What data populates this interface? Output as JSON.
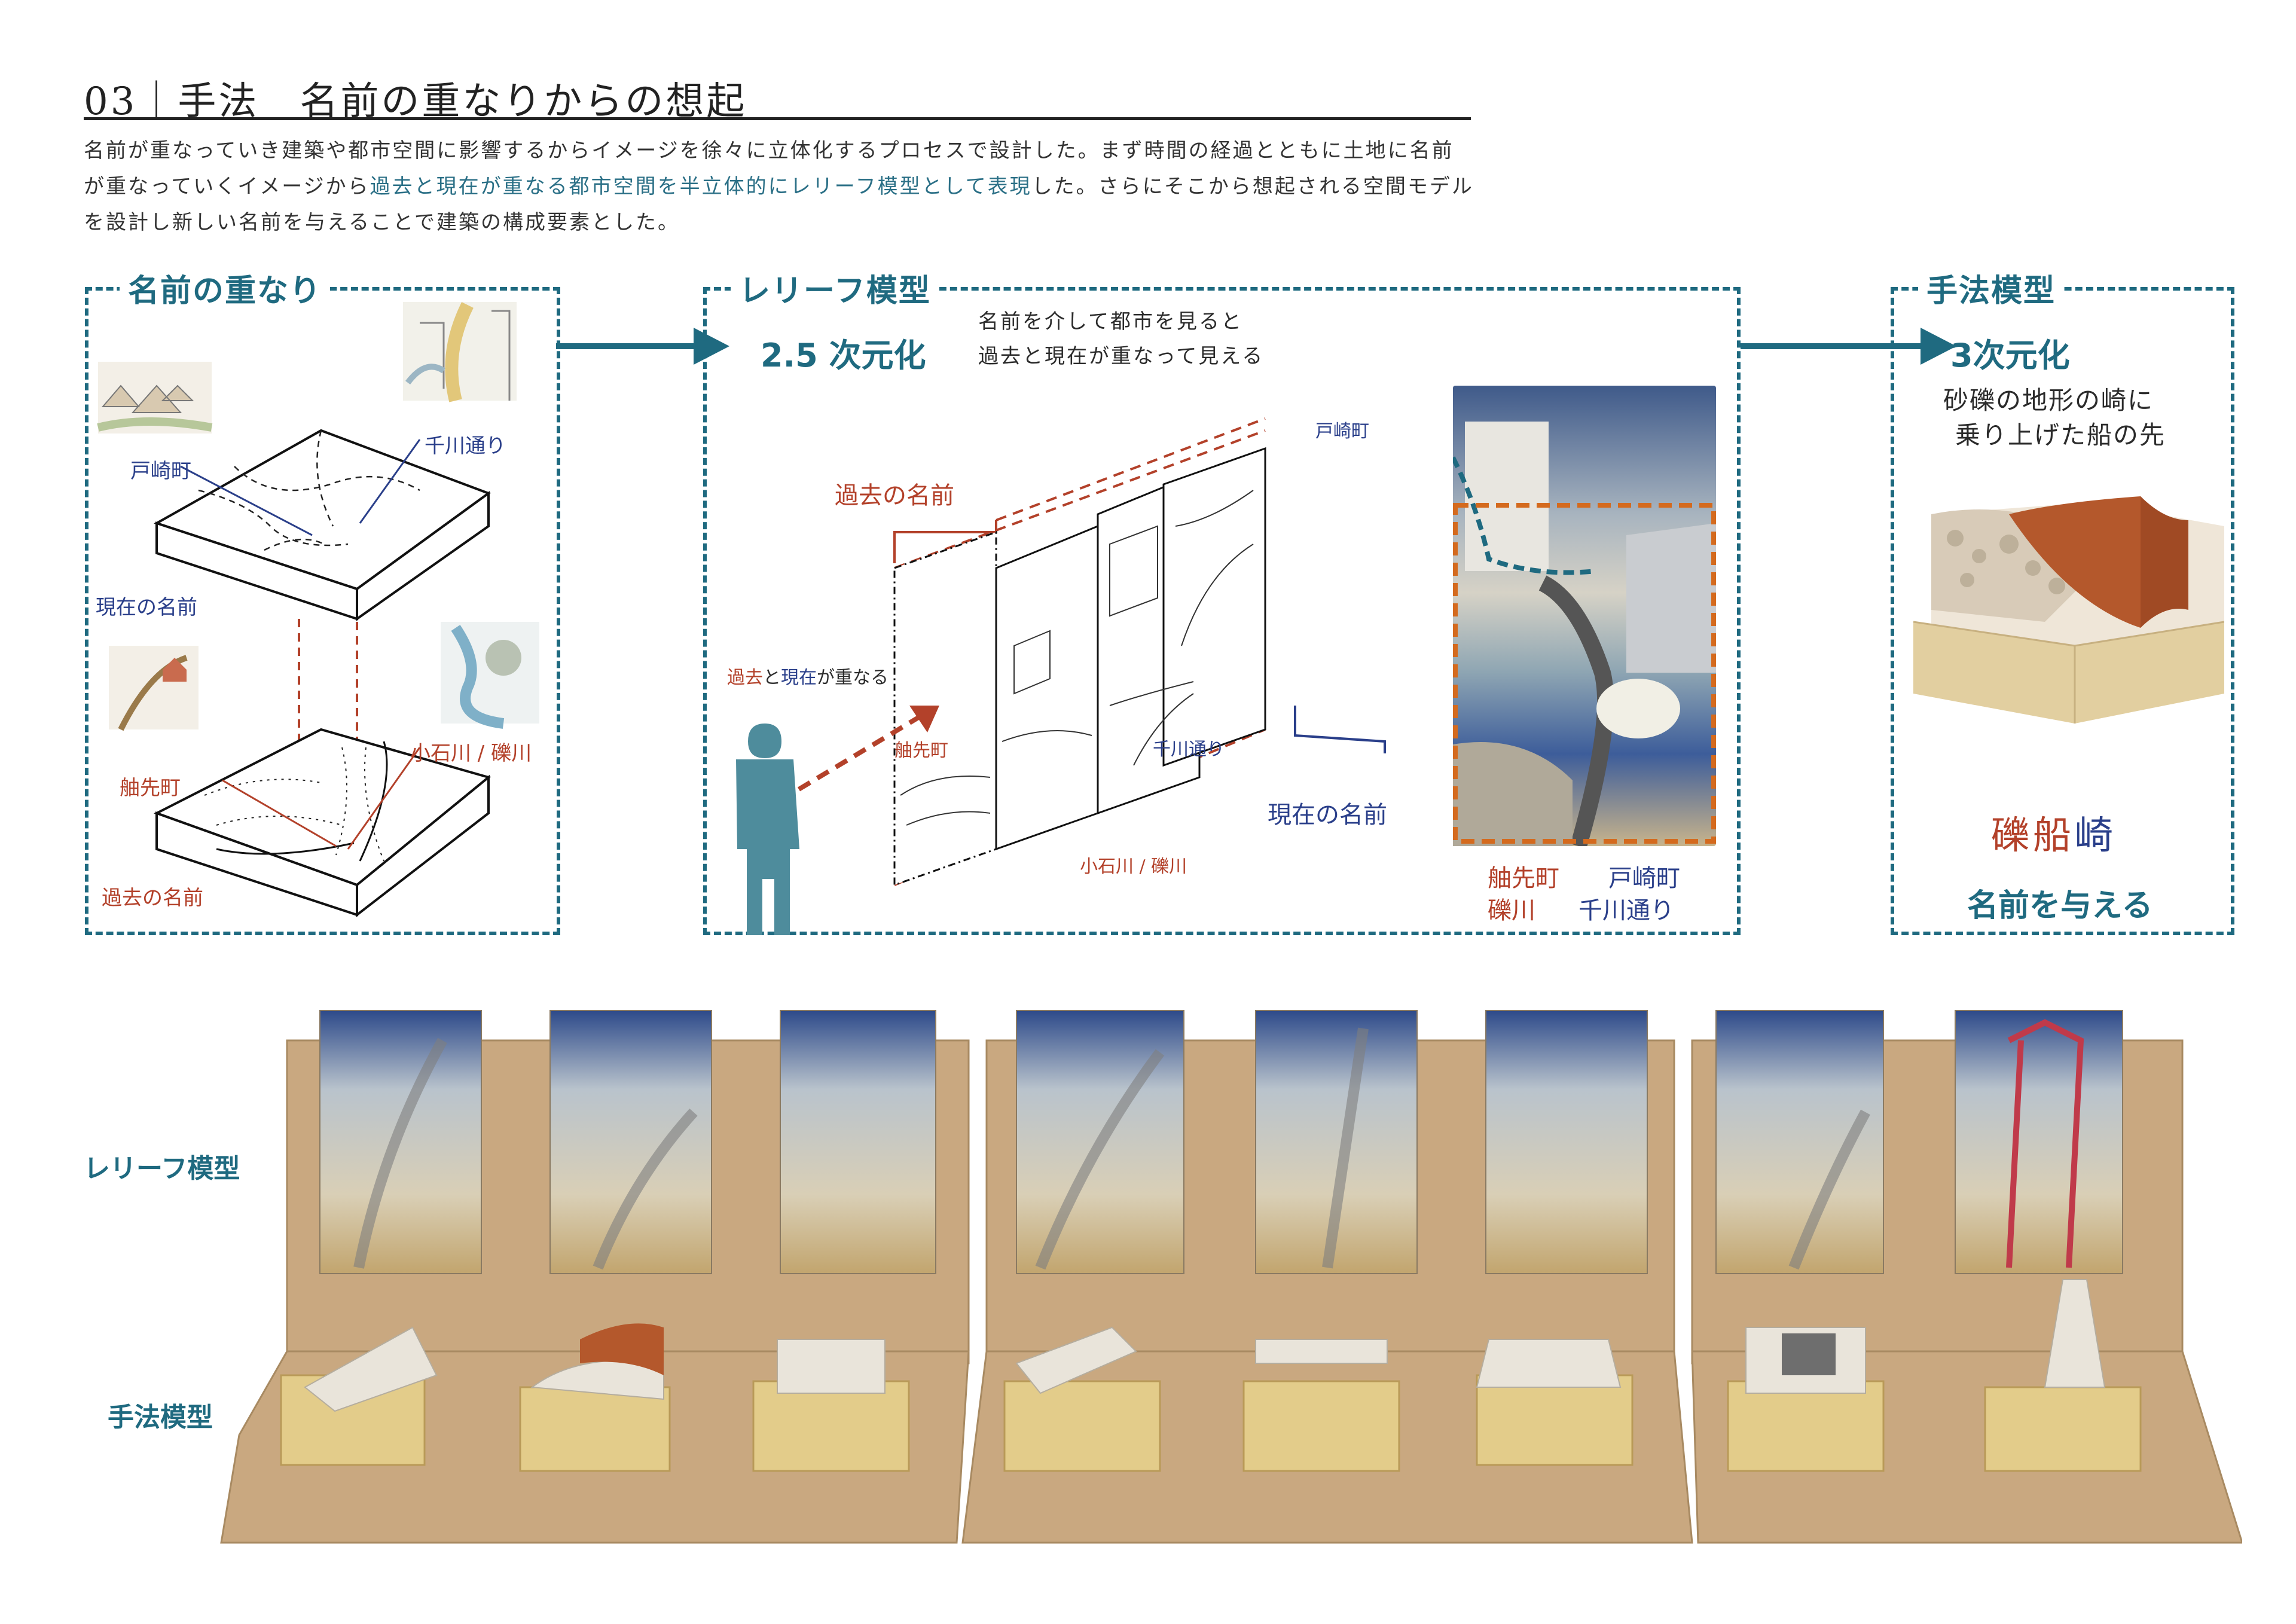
{
  "title": "03｜手法　名前の重なりからの想起",
  "intro": {
    "line1": "名前が重なっていき建築や都市空間に影響するからイメージを徐々に立体化するプロセスで設計した。まず時間の経過とともに土地に名前",
    "line2_a": "が重なっていくイメージから",
    "line2_hl": "過去と現在が重なる都市空間を半立体的にレリーフ模型として表現",
    "line2_b": "した。さらにそこから想起される空間モデル",
    "line3": "を設計し新しい名前を与えることで建築の構成要素とした。"
  },
  "panel_left": {
    "label": "名前の重なり",
    "top_labels": {
      "tozaki": "戸崎町",
      "senkawa": "千川通り",
      "present": "現在の名前"
    },
    "bottom_labels": {
      "jikusaki": "舳先町",
      "koishikawa": "小石川 / 礫川",
      "past": "過去の名前"
    }
  },
  "panel_mid": {
    "label": "レリーフ模型",
    "dimension": "2.5 次元化",
    "desc1": "名前を介して都市を見ると",
    "desc2": "過去と現在が重なって見える",
    "past_name": "過去の名前",
    "present_name": "現在の名前",
    "overlap_past": "過去",
    "overlap_mid": "と",
    "overlap_present": "現在",
    "overlap_end": "が重なる",
    "layer_labels": {
      "jikusaki": "舳先町",
      "koishikawa": "小石川 / 礫川",
      "senkawa": "千川通り",
      "tozaki": "戸崎町"
    },
    "photo_caption": {
      "jikusaki": "舳先町",
      "tozaki": "戸崎町",
      "reki": "礫川",
      "senkawa": "千川通り"
    }
  },
  "panel_right": {
    "label": "手法模型",
    "dimension": "3次元化",
    "desc1": "砂礫の地形の崎に",
    "desc2": "乗り上げた船の先",
    "new_name_a": "礫",
    "new_name_b": "船",
    "new_name_c": "崎",
    "give_name": "名前を与える"
  },
  "bottom": {
    "relief_label": "レリーフ模型",
    "method_label": "手法模型"
  },
  "colors": {
    "teal": "#1f6a80",
    "red": "#b3412a",
    "navy": "#2a3f8a",
    "cardboard": "#c9a880",
    "sky": "#2d4a8a"
  }
}
